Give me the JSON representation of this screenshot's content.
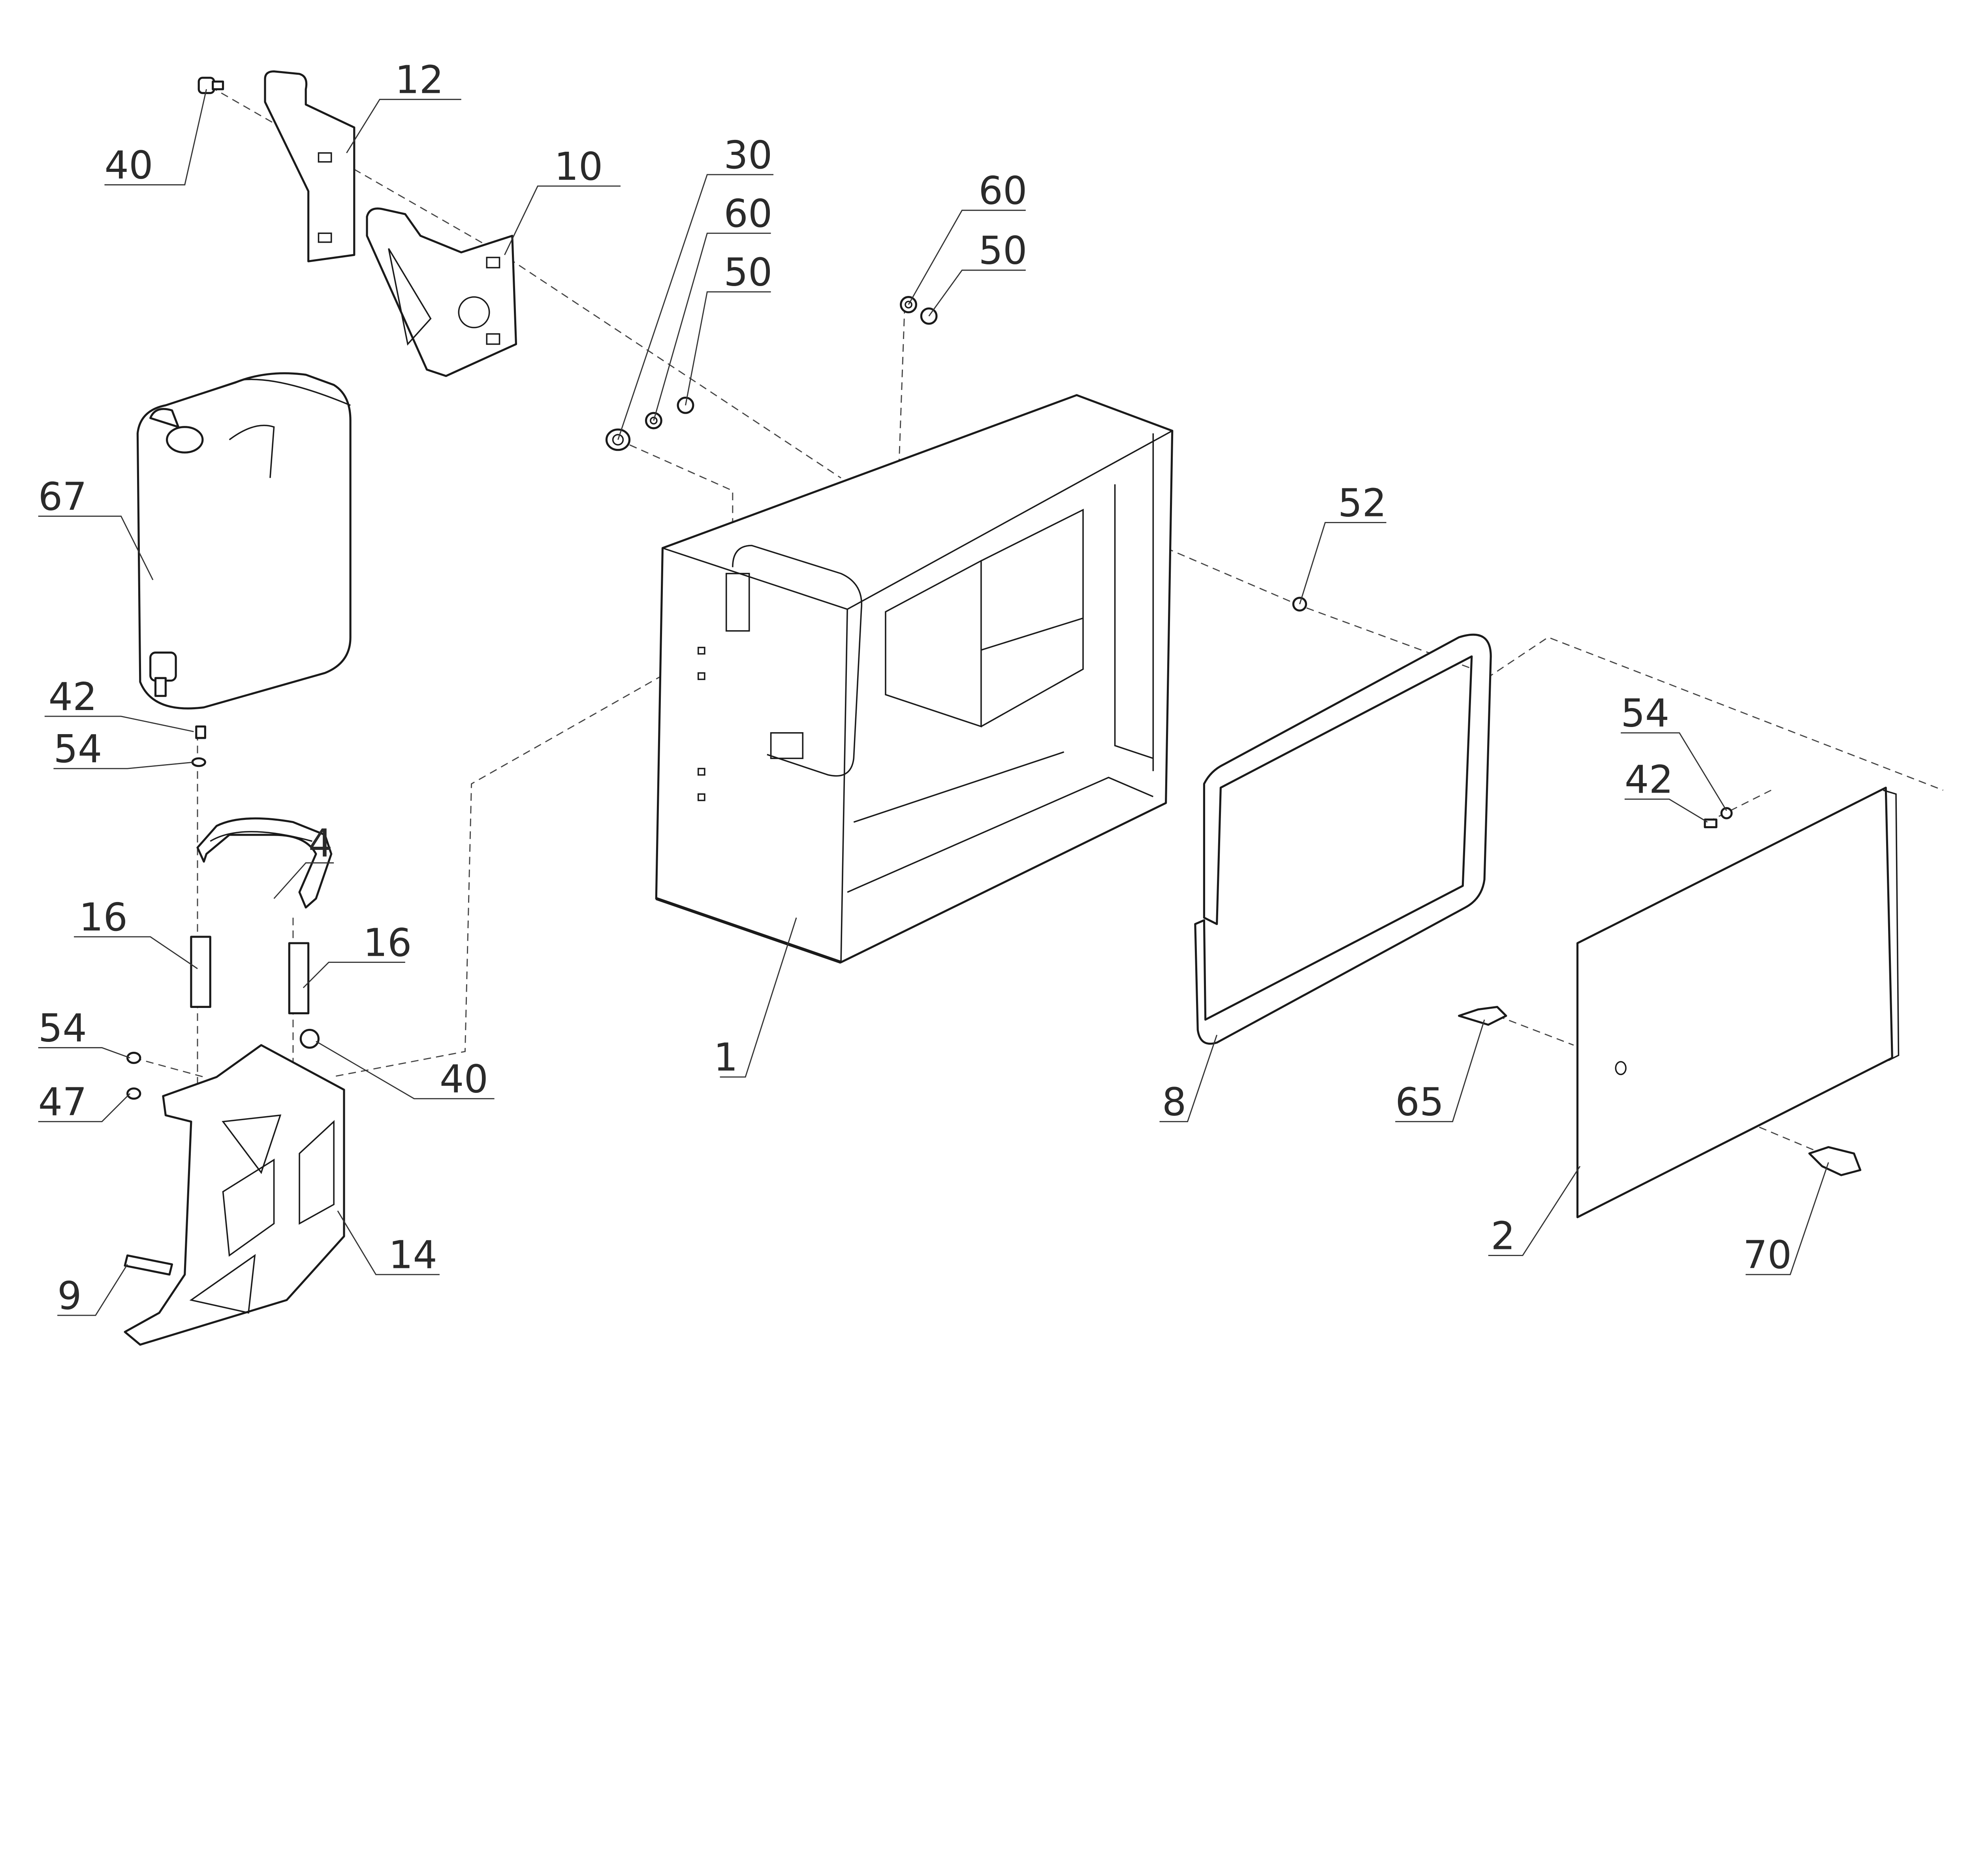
{
  "callouts": [
    "40",
    "12",
    "10",
    "30",
    "60",
    "50",
    "60",
    "50",
    "67",
    "42",
    "54",
    "4",
    "16",
    "16",
    "54",
    "47",
    "40",
    "14",
    "9",
    "1",
    "52",
    "8",
    "54",
    "42",
    "65",
    "2",
    "70"
  ]
}
